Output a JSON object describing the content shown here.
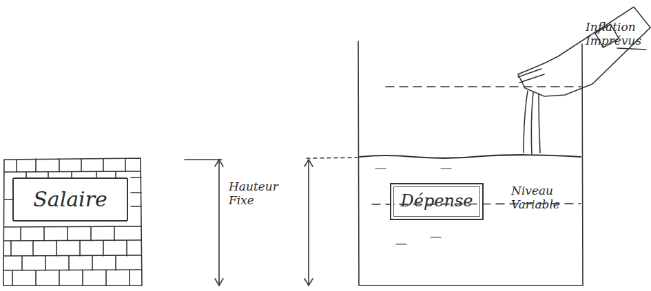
{
  "diagram": {
    "nodes": [
      {
        "text": [
          "Salaire"
        ]
      },
      {
        "text": [
          "Dépense"
        ]
      }
    ],
    "labels": [
      "Hauteur Fixe",
      "Niveau Variable",
      "Inflation Imprévus"
    ]
  }
}
